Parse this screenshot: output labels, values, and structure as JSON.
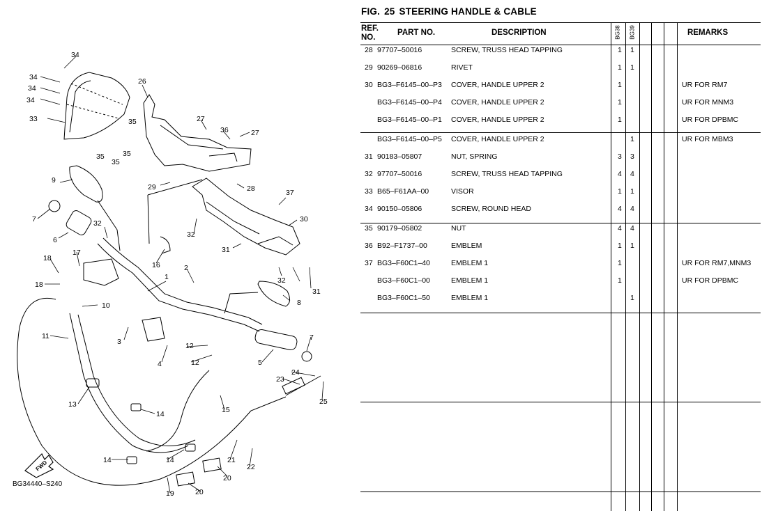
{
  "figure": {
    "fig_label": "FIG.",
    "fig_number": "25",
    "title": "STEERING HANDLE & CABLE"
  },
  "table": {
    "headers": {
      "ref_no": "REF. NO.",
      "part_no": "PART NO.",
      "description": "DESCRIPTION",
      "model_1": "BG38",
      "model_2": "BG39",
      "remarks": "REMARKS"
    },
    "rows": [
      {
        "ref": "28",
        "part": "97707–50016",
        "desc": "SCREW, TRUSS HEAD TAPPING",
        "q1": "1",
        "q2": "1",
        "remarks": ""
      },
      {
        "ref": "29",
        "part": "90269–06816",
        "desc": "RIVET",
        "q1": "1",
        "q2": "1",
        "remarks": ""
      },
      {
        "ref": "30",
        "part": "BG3–F6145–00–P3",
        "desc": "COVER, HANDLE UPPER 2",
        "q1": "1",
        "q2": "",
        "remarks": "UR FOR RM7"
      },
      {
        "ref": "",
        "part": "BG3–F6145–00–P4",
        "desc": "COVER, HANDLE UPPER 2",
        "q1": "1",
        "q2": "",
        "remarks": "UR FOR MNM3"
      },
      {
        "ref": "",
        "part": "BG3–F6145–00–P1",
        "desc": "COVER, HANDLE UPPER 2",
        "q1": "1",
        "q2": "",
        "remarks": "UR FOR DPBMC"
      },
      {
        "ref": "",
        "part": "BG3–F6145–00–P5",
        "desc": "COVER, HANDLE UPPER 2",
        "q1": "",
        "q2": "1",
        "remarks": "UR FOR MBM3"
      },
      {
        "ref": "31",
        "part": "90183–05807",
        "desc": "NUT, SPRING",
        "q1": "3",
        "q2": "3",
        "remarks": ""
      },
      {
        "ref": "32",
        "part": "97707–50016",
        "desc": "SCREW, TRUSS HEAD TAPPING",
        "q1": "4",
        "q2": "4",
        "remarks": ""
      },
      {
        "ref": "33",
        "part": "B65–F61AA–00",
        "desc": "VISOR",
        "q1": "1",
        "q2": "1",
        "remarks": ""
      },
      {
        "ref": "34",
        "part": "90150–05806",
        "desc": "SCREW, ROUND HEAD",
        "q1": "4",
        "q2": "4",
        "remarks": ""
      },
      {
        "ref": "35",
        "part": "90179–05802",
        "desc": "NUT",
        "q1": "4",
        "q2": "4",
        "remarks": ""
      },
      {
        "ref": "36",
        "part": "B92–F1737–00",
        "desc": "EMBLEM",
        "q1": "1",
        "q2": "1",
        "remarks": ""
      },
      {
        "ref": "37",
        "part": "BG3–F60C1–40",
        "desc": "EMBLEM 1",
        "q1": "1",
        "q2": "",
        "remarks": "UR FOR RM7,MNM3"
      },
      {
        "ref": "",
        "part": "BG3–F60C1–00",
        "desc": "EMBLEM 1",
        "q1": "1",
        "q2": "",
        "remarks": "UR FOR DPBMC"
      },
      {
        "ref": "",
        "part": "BG3–F60C1–50",
        "desc": "EMBLEM 1",
        "q1": "",
        "q2": "1",
        "remarks": ""
      }
    ]
  },
  "diagram": {
    "code": "BG34440–S240",
    "fwd_label": "FWD",
    "callouts": [
      "1",
      "2",
      "3",
      "4",
      "5",
      "6",
      "7",
      "7",
      "8",
      "9",
      "10",
      "11",
      "12",
      "12",
      "13",
      "14",
      "14",
      "14",
      "15",
      "16",
      "17",
      "18",
      "18",
      "19",
      "20",
      "20",
      "21",
      "22",
      "23",
      "24",
      "25",
      "26",
      "27",
      "27",
      "28",
      "29",
      "30",
      "31",
      "31",
      "32",
      "32",
      "32",
      "33",
      "34",
      "34",
      "34",
      "34",
      "35",
      "35",
      "35",
      "35",
      "36",
      "37"
    ]
  }
}
